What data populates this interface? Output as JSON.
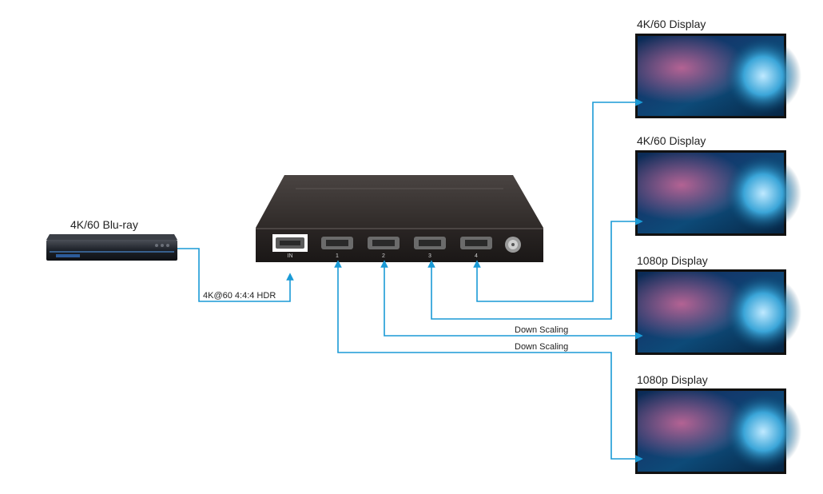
{
  "source": {
    "label": "4K/60 Blu-ray"
  },
  "input_signal": {
    "label": "4K@60 4:4:4 HDR"
  },
  "splitter": {
    "input_port": "IN",
    "output_ports": [
      "1",
      "2",
      "3",
      "4"
    ]
  },
  "displays": [
    {
      "label": "4K/60 Display"
    },
    {
      "label": "4K/60 Display"
    },
    {
      "label": "1080p Display"
    },
    {
      "label": "1080p Display"
    }
  ],
  "downscale_labels": [
    "Down Scaling",
    "Down Scaling"
  ],
  "colors": {
    "cable": "#1a9ad6",
    "device_body": "#2e2a28",
    "device_top": "#3a3533",
    "port": "#6b6b6b"
  }
}
